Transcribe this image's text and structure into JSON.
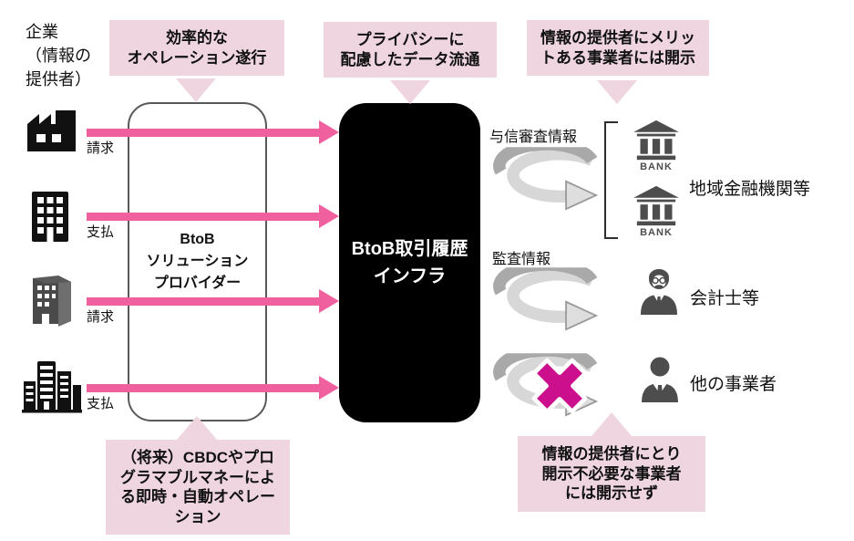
{
  "source": {
    "title": "企業\n（情報の\n提供者）"
  },
  "callouts": {
    "efficient": "効率的な\nオペレーション遂行",
    "privacy": "プライバシーに\n配慮したデータ流通",
    "merit": "情報の提供者にメリッ\nトある事業者には開示",
    "cbdc": "（将来）CBDCやプロ\nグラマブルマネーによ\nる即時・自動オペレー\nション",
    "no_disclosure": "情報の提供者にとり\n開示不必要な事業者\nには開示せず"
  },
  "left_flows": [
    {
      "icon": "factory-icon",
      "label": "請求"
    },
    {
      "icon": "office-building-icon",
      "label": "支払"
    },
    {
      "icon": "building-3d-icon",
      "label": "請求"
    },
    {
      "icon": "city-buildings-icon",
      "label": "支払"
    }
  ],
  "solution_provider": {
    "label": "BtoB\nソリューション\nプロバイダー"
  },
  "infra": {
    "label": "BtoB取引履歴\nインフラ"
  },
  "right_flows": [
    {
      "info_label": "与信審査情報",
      "target": "地域金融機関等",
      "blocked": false,
      "bank_caption": "BANK"
    },
    {
      "info_label": "監査情報",
      "target": "会計士等",
      "blocked": false
    },
    {
      "info_label": "",
      "target": "他の事業者",
      "blocked": true
    }
  ],
  "colors": {
    "arrow_pink": "#f0609e",
    "x_magenta": "#cc0f8c",
    "callout_pink": "#eed5e0",
    "infra_black": "#000000",
    "icon_gray": "#4d4d4d"
  }
}
